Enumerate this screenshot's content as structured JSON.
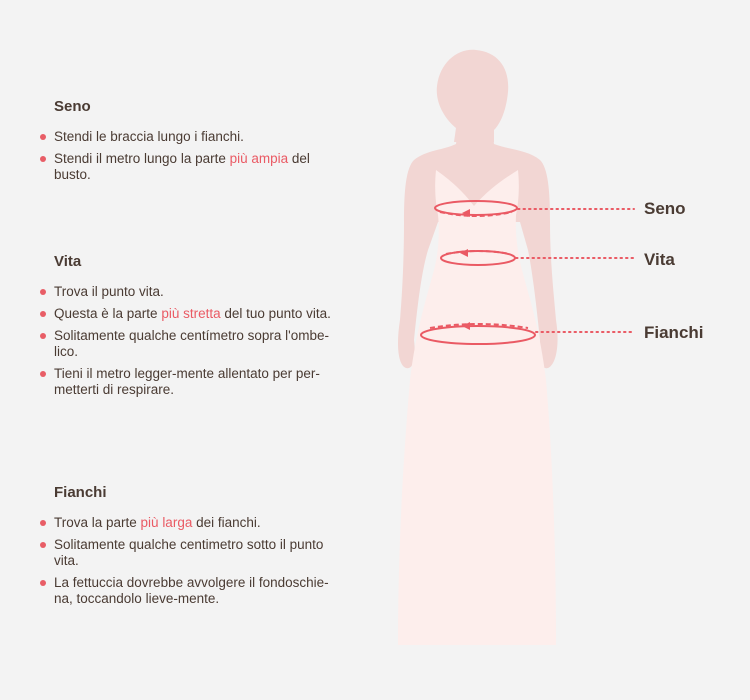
{
  "sections": {
    "seno": {
      "title": "Seno",
      "items": [
        {
          "text": "Stendi le braccia lungo i fianchi."
        },
        {
          "pre": "Stendi il metro lungo la parte ",
          "hl": "più ampia",
          "post": " del busto."
        }
      ]
    },
    "vita": {
      "title": "Vita",
      "items": [
        {
          "text": "Trova il punto vita."
        },
        {
          "pre": "Questa è la parte ",
          "hl": "più stretta",
          "post": " del tuo punto vita."
        },
        {
          "text": "Solitamente qualche centímetro sopra l'ombe-lico."
        },
        {
          "text": "Tieni il metro legger-mente allentato per per-metterti di respirare."
        }
      ]
    },
    "fianchi": {
      "title": "Fianchi",
      "items": [
        {
          "pre": "Trova la parte ",
          "hl": "più larga",
          "post": " dei fianchi."
        },
        {
          "text": "Solitamente qualche centimetro sotto il punto vita."
        },
        {
          "text": "La fettuccia dovrebbe avvolgere il fondoschie-na, toccandolo lieve-mente."
        }
      ]
    }
  },
  "figure_labels": {
    "seno": "Seno",
    "vita": "Vita",
    "fianchi": "Fianchi"
  },
  "colors": {
    "accent": "#ea5a64",
    "text": "#4a3b33",
    "background": "#f3f3f3",
    "dress": "#fdeeec",
    "skin": "#f2d6d3"
  }
}
